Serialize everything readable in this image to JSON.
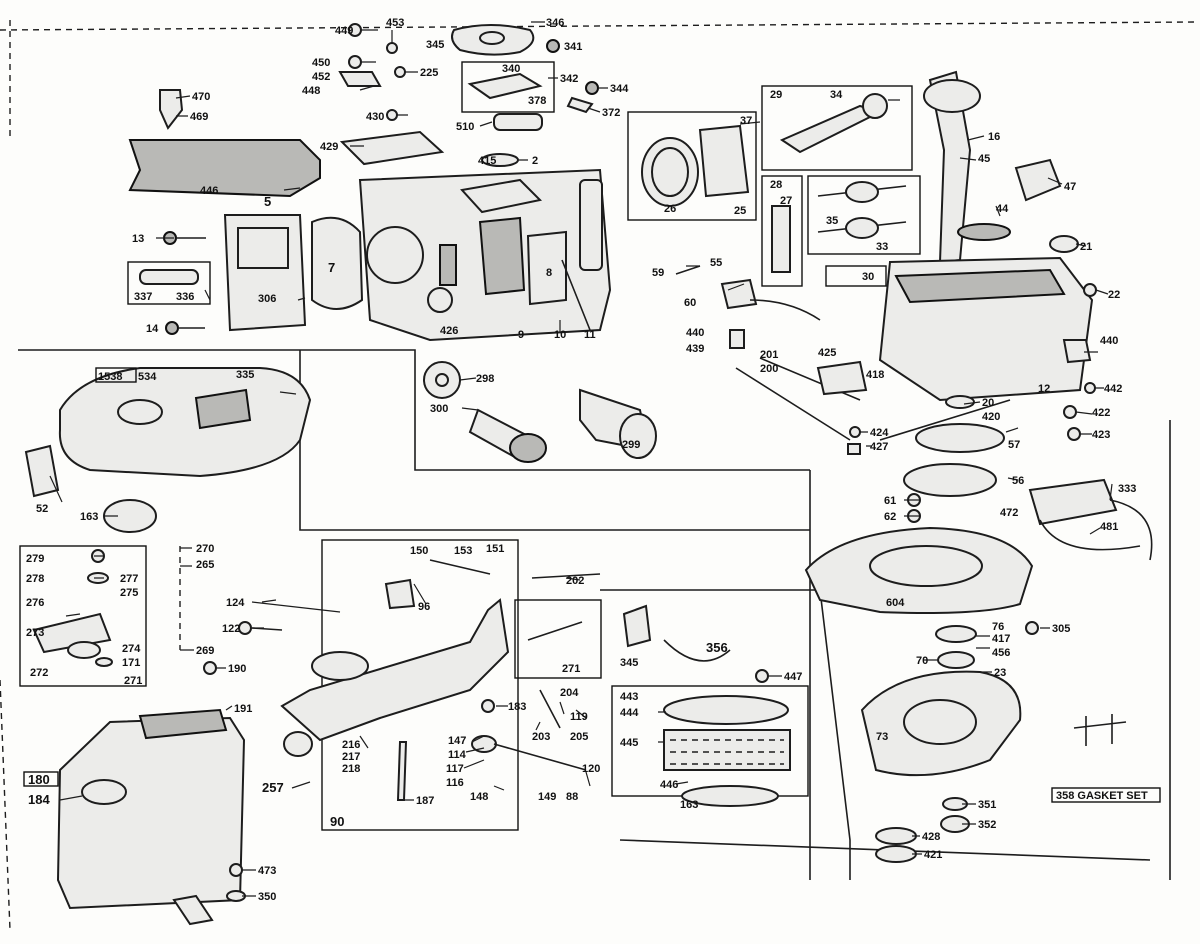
{
  "callouts": [
    {
      "id": "c449",
      "text": "449"
    },
    {
      "id": "c453",
      "text": "453"
    },
    {
      "id": "c346",
      "text": "346"
    },
    {
      "id": "c345",
      "text": "345"
    },
    {
      "id": "c341",
      "text": "341"
    },
    {
      "id": "c450",
      "text": "450"
    },
    {
      "id": "c452",
      "text": "452"
    },
    {
      "id": "c225",
      "text": "225"
    },
    {
      "id": "c448",
      "text": "448"
    },
    {
      "id": "c340",
      "text": "340"
    },
    {
      "id": "c342",
      "text": "342"
    },
    {
      "id": "c378",
      "text": "378"
    },
    {
      "id": "c344",
      "text": "344"
    },
    {
      "id": "c470",
      "text": "470"
    },
    {
      "id": "c469",
      "text": "469"
    },
    {
      "id": "c430",
      "text": "430"
    },
    {
      "id": "c510",
      "text": "510"
    },
    {
      "id": "c372",
      "text": "372"
    },
    {
      "id": "c429",
      "text": "429"
    },
    {
      "id": "c415",
      "text": "415"
    },
    {
      "id": "c2",
      "text": "2"
    },
    {
      "id": "c446",
      "text": "446"
    },
    {
      "id": "c5",
      "text": "5"
    },
    {
      "id": "c13",
      "text": "13"
    },
    {
      "id": "c7",
      "text": "7"
    },
    {
      "id": "c337",
      "text": "337"
    },
    {
      "id": "c336",
      "text": "336"
    },
    {
      "id": "c306",
      "text": "306"
    },
    {
      "id": "c14",
      "text": "14"
    },
    {
      "id": "c426",
      "text": "426"
    },
    {
      "id": "c8",
      "text": "8"
    },
    {
      "id": "c9",
      "text": "9"
    },
    {
      "id": "c10",
      "text": "10"
    },
    {
      "id": "c11",
      "text": "11"
    },
    {
      "id": "c37",
      "text": "37"
    },
    {
      "id": "c26",
      "text": "26"
    },
    {
      "id": "c25",
      "text": "25"
    },
    {
      "id": "c29",
      "text": "29"
    },
    {
      "id": "c34",
      "text": "34"
    },
    {
      "id": "c16",
      "text": "16"
    },
    {
      "id": "c45",
      "text": "45"
    },
    {
      "id": "c47",
      "text": "47"
    },
    {
      "id": "c28",
      "text": "28"
    },
    {
      "id": "c27",
      "text": "27"
    },
    {
      "id": "c33",
      "text": "33"
    },
    {
      "id": "c35",
      "text": "35"
    },
    {
      "id": "c44",
      "text": "44"
    },
    {
      "id": "c21",
      "text": "21"
    },
    {
      "id": "c59",
      "text": "59"
    },
    {
      "id": "c55",
      "text": "55"
    },
    {
      "id": "c60",
      "text": "60"
    },
    {
      "id": "c30",
      "text": "30"
    },
    {
      "id": "c22",
      "text": "22"
    },
    {
      "id": "c440a",
      "text": "440"
    },
    {
      "id": "c439",
      "text": "439"
    },
    {
      "id": "c440b",
      "text": "440"
    },
    {
      "id": "c201",
      "text": "201"
    },
    {
      "id": "c200",
      "text": "200"
    },
    {
      "id": "c425",
      "text": "425"
    },
    {
      "id": "c418",
      "text": "418"
    },
    {
      "id": "c12",
      "text": "12"
    },
    {
      "id": "c442",
      "text": "442"
    },
    {
      "id": "c20",
      "text": "20"
    },
    {
      "id": "c420",
      "text": "420"
    },
    {
      "id": "c422",
      "text": "422"
    },
    {
      "id": "c423",
      "text": "423"
    },
    {
      "id": "c424",
      "text": "424"
    },
    {
      "id": "c427",
      "text": "427"
    },
    {
      "id": "c57",
      "text": "57"
    },
    {
      "id": "c56",
      "text": "56"
    },
    {
      "id": "c61",
      "text": "61"
    },
    {
      "id": "c62",
      "text": "62"
    },
    {
      "id": "c333",
      "text": "333"
    },
    {
      "id": "c472",
      "text": "472"
    },
    {
      "id": "c481",
      "text": "481"
    },
    {
      "id": "c298",
      "text": "298"
    },
    {
      "id": "c300",
      "text": "300"
    },
    {
      "id": "c299",
      "text": "299"
    },
    {
      "id": "c1538",
      "text": "1538"
    },
    {
      "id": "c534",
      "text": "534"
    },
    {
      "id": "c335",
      "text": "335"
    },
    {
      "id": "c52",
      "text": "52"
    },
    {
      "id": "c163a",
      "text": "163"
    },
    {
      "id": "c279",
      "text": "279"
    },
    {
      "id": "c278",
      "text": "278"
    },
    {
      "id": "c277",
      "text": "277"
    },
    {
      "id": "c275",
      "text": "275"
    },
    {
      "id": "c276",
      "text": "276"
    },
    {
      "id": "c273",
      "text": "273"
    },
    {
      "id": "c274",
      "text": "274"
    },
    {
      "id": "c272",
      "text": "272"
    },
    {
      "id": "c171",
      "text": "171"
    },
    {
      "id": "c271a",
      "text": "271"
    },
    {
      "id": "c270",
      "text": "270"
    },
    {
      "id": "c265",
      "text": "265"
    },
    {
      "id": "c269",
      "text": "269"
    },
    {
      "id": "c190",
      "text": "190"
    },
    {
      "id": "c124",
      "text": "124"
    },
    {
      "id": "c122",
      "text": "122"
    },
    {
      "id": "c150",
      "text": "150"
    },
    {
      "id": "c153",
      "text": "153"
    },
    {
      "id": "c151",
      "text": "151"
    },
    {
      "id": "c96",
      "text": "96"
    },
    {
      "id": "c202",
      "text": "202"
    },
    {
      "id": "c271b",
      "text": "271"
    },
    {
      "id": "c345b",
      "text": "345"
    },
    {
      "id": "c356",
      "text": "356"
    },
    {
      "id": "c447",
      "text": "447"
    },
    {
      "id": "c443",
      "text": "443"
    },
    {
      "id": "c444",
      "text": "444"
    },
    {
      "id": "c445",
      "text": "445"
    },
    {
      "id": "c446b",
      "text": "446"
    },
    {
      "id": "c163b",
      "text": "163"
    },
    {
      "id": "c604",
      "text": "604"
    },
    {
      "id": "c305",
      "text": "305"
    },
    {
      "id": "c76",
      "text": "76"
    },
    {
      "id": "c417",
      "text": "417"
    },
    {
      "id": "c456",
      "text": "456"
    },
    {
      "id": "c70",
      "text": "70"
    },
    {
      "id": "c23",
      "text": "23"
    },
    {
      "id": "c73",
      "text": "73"
    },
    {
      "id": "c191",
      "text": "191"
    },
    {
      "id": "c180",
      "text": "180"
    },
    {
      "id": "c184",
      "text": "184"
    },
    {
      "id": "c257",
      "text": "257"
    },
    {
      "id": "c216",
      "text": "216"
    },
    {
      "id": "c217",
      "text": "217"
    },
    {
      "id": "c218",
      "text": "218"
    },
    {
      "id": "c147",
      "text": "147"
    },
    {
      "id": "c114",
      "text": "114"
    },
    {
      "id": "c117",
      "text": "117"
    },
    {
      "id": "c116",
      "text": "116"
    },
    {
      "id": "c187",
      "text": "187"
    },
    {
      "id": "c148",
      "text": "148"
    },
    {
      "id": "c149",
      "text": "149"
    },
    {
      "id": "c88",
      "text": "88"
    },
    {
      "id": "c90",
      "text": "90"
    },
    {
      "id": "c183",
      "text": "183"
    },
    {
      "id": "c203",
      "text": "203"
    },
    {
      "id": "c204",
      "text": "204"
    },
    {
      "id": "c119",
      "text": "119"
    },
    {
      "id": "c205",
      "text": "205"
    },
    {
      "id": "c120",
      "text": "120"
    },
    {
      "id": "c473",
      "text": "473"
    },
    {
      "id": "c350",
      "text": "350"
    },
    {
      "id": "c351",
      "text": "351"
    },
    {
      "id": "c352",
      "text": "352"
    },
    {
      "id": "c428",
      "text": "428"
    },
    {
      "id": "c421",
      "text": "421"
    }
  ],
  "gasket_set_label": "358 GASKET SET"
}
